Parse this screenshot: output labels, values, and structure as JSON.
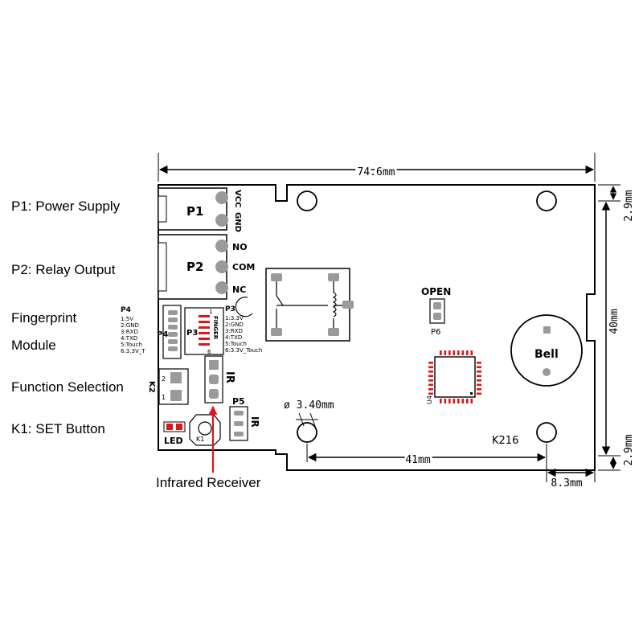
{
  "labels": {
    "p1": "P1: Power Supply",
    "p2": "P2: Relay Output",
    "fp1": "Fingerprint",
    "fp2": "Module",
    "func": "Function Selection",
    "k1": "K1: SET Button",
    "ir": "Infrared Receiver"
  },
  "dims": {
    "width": "74.6mm",
    "height": "40mm",
    "top_margin": "2.9mm",
    "bottom_margin": "2.9mm",
    "hole_spacing": "41mm",
    "hole_offset": "8.3mm",
    "hole_diameter": "ø 3.40mm"
  },
  "board": {
    "model": "K216",
    "p1": "P1",
    "p2": "P2",
    "vcc": "VCC",
    "gnd": "GND",
    "no": "NO",
    "com": "COM",
    "nc": "NC",
    "p4_title": "P4",
    "p4_pins": [
      "1:5V",
      "2:GND",
      "3:RXD",
      "4:TXD",
      "5:Touch",
      "6:3.3V_T"
    ],
    "p4": "P4",
    "p3": "P3",
    "p3_title": "P3",
    "p3_pins": [
      "1:3.3V",
      "2:GND",
      "3:RXD",
      "4:TXD",
      "5:Touch",
      "6:3.3V_Touch"
    ],
    "finger": "FINGER",
    "pin1": "1",
    "pin6": "6",
    "k2": "K2",
    "k2_pin2": "2",
    "k2_pin1": "1",
    "ir_header": "IR",
    "ir_p5": "IR",
    "p5": "P5",
    "open": "OPEN",
    "p6": "P6",
    "u4": "U4",
    "bell": "Bell",
    "led": "LED",
    "k1": "K1"
  }
}
